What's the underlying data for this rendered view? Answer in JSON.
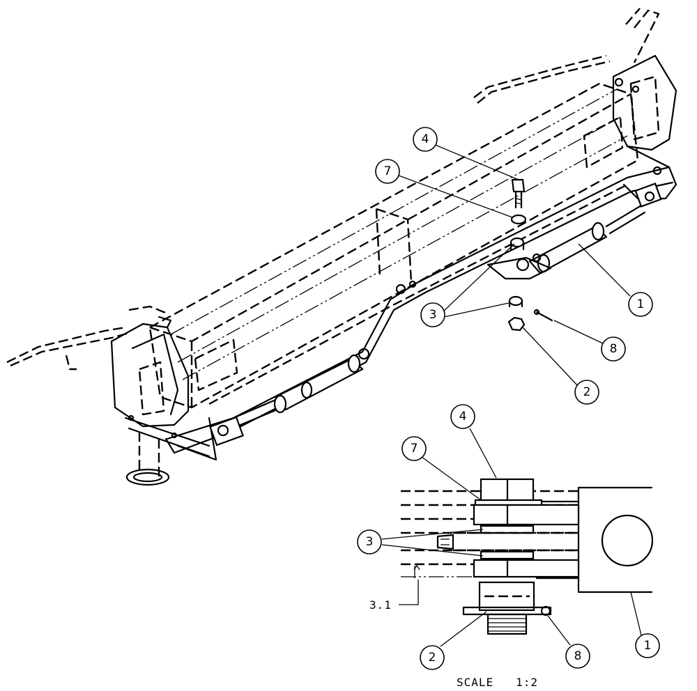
{
  "callouts": {
    "c1_main": "1",
    "c2_main": "2",
    "c3_main": "3",
    "c4_main": "4",
    "c7_main": "7",
    "c8_main": "8",
    "c1_detail": "1",
    "c2_detail": "2",
    "c3_detail": "3",
    "c4_detail": "4",
    "c7_detail": "7",
    "c8_detail": "8"
  },
  "dimension_label": "3.1",
  "scale_label": "SCALE   1:2"
}
